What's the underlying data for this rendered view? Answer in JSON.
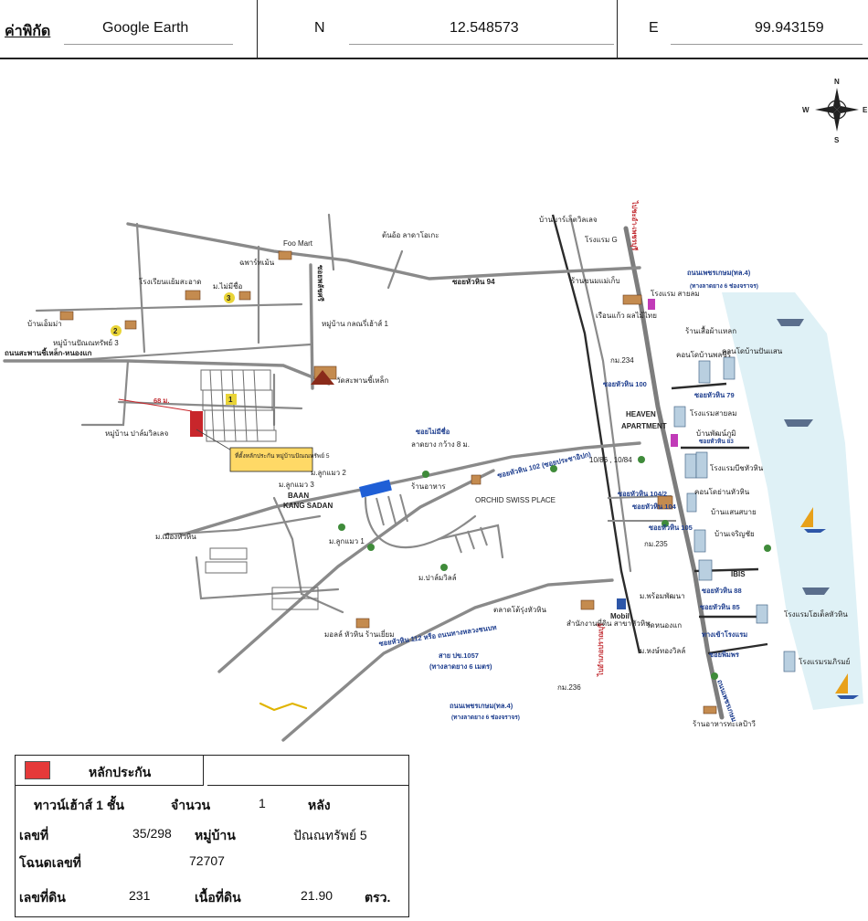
{
  "header": {
    "coord_label": "ค่าพิกัด",
    "source": "Google Earth",
    "n_label": "N",
    "n_value": "12.548573",
    "e_label": "E",
    "e_value": "99.943159"
  },
  "compass": {
    "n": "N",
    "s": "S",
    "e": "E",
    "w": "W"
  },
  "map_labels": {
    "to_cha_am": "ไปชะอำ-เพชรบุรี",
    "to_pranburi": "ไปอำเภอปราณบุรี",
    "market_village": "บ้านมาร์เก็ตวิลเลจ",
    "hotel_g": "โรงแรม G",
    "hua_hin_94": "ซอยหัวหิน 94",
    "thong_market": "ร้านขนมแม่เก็บ",
    "phetkasem_4": "ถนนเพชรเกษม(ทล.4)",
    "phetkasem_4_sub": "(ทางลาดยาง 6 ช่องจราจร)",
    "hotel_sai": "โรงแรม สายลม",
    "restaurant": "เรือนแก้ว ผลไม้ไทย",
    "shop": "ร้านเสื้อผ้าแหลก",
    "km234": "กม.234",
    "hua_hin_100": "ซอยหัวหิน 100",
    "condo1": "คอนโดบ้านพลซีร์",
    "condo2": "คอนโดบ้านปันแสน",
    "hua_hin_79": "ซอยหัวหิน 79",
    "heaven": "HEAVEN",
    "apartment": "APARTMENT",
    "hotel_1": "โรงแรมสายลม",
    "ban_chaba": "บ้านพัฒน์ภูมิ",
    "hua_hin_83": "ซอยหัวหิน 83",
    "hotel_2": "โรงแรมบีชหัวหิน",
    "soi_102": "ซอยหัวหิน 102 (ซอยประชาอิปก)",
    "orchid": "ORCHID SWISS PLACE",
    "soi_104": "10/86 , 10/84",
    "soi_104_2": "ซอยหัวหิน 104/2",
    "soi_104_b": "ซอยหัวหิน 104",
    "kamphaeng": "คอนโดย่านหัวหิน",
    "soi_105": "ซอยหัวหิน 105",
    "ban_sai": "บ้านแสนสบาย",
    "ban_chiang": "บ้านเจริญชัย",
    "km235": "กม.235",
    "ibis": "IBIS",
    "hua_hin_88": "ซอยหัวหิน 88",
    "hua_hin_85": "ซอยหัวหิน 85",
    "mobil": "Mobil",
    "hotel_3": "โรงแรมโฮเต็ลหัวหิน",
    "soi_112": "ซอยหัวหิน 112 หรือ ถนนทางหลวงชนบท",
    "soi_112_b": "สาย ปข.1057",
    "soi_112_c": "(ทางลาดยาง 6 เมตร)",
    "km236": "กม.236",
    "to_sea": "ทางเข้าโรงแรม",
    "phetkasem_south": "ถนนเพชรเกษม",
    "soi_pm": "ซอยพิมพร",
    "hotel_4": "โรงแรมรมภิรมย์",
    "school": "โรงเรียนแย้มสะอาด",
    "foo_mart": "Foo Mart",
    "pharma": "ฉพาร์ทเม้น",
    "village_3": "ม.ไม่มีชื่อ",
    "ban_sam": "บ้านเอ็มม่า",
    "village_pan": "หมู่บ้านปัณณทรัพย์ 3",
    "soi_name_v": "ซอยพลัชศรี",
    "village_k": "หมู่บ้าน กลณรี่เฮ้าส์ 1",
    "ton_oh": "ต้นอ้อ ลาดาโอเกะ",
    "road_w": "ถนนสะพานชี้เหล็ก-หนองแก",
    "wat": "วัดสะพานชี้เหล็ก",
    "distance": "68 ม.",
    "village_pa": "หมู่บ้าน ปาล์มวิลเลจ",
    "subject_box": "ที่ตั้งหลักประกัน หมู่บ้านปัณณทรัพย์ 5",
    "soi_noname": "ซอยไม่มีชื่อ",
    "soi_noname_sub": "ลาดยาง กว้าง 8 ม.",
    "baan_kang1": "BAAN",
    "baan_kang2": "KANG SADAN",
    "bk_a": "ม.ลูกแมว 3",
    "bk_b": "ม.ลูกแมว 2",
    "bk_c": "ม.ลูกแมว 1",
    "bk_d": "ม.ปาล์มวิลล์",
    "bk_e": "ม.เมืองหัวหิน",
    "factory": "มอลล์ หัวหิน ร้านเยี่ยม",
    "market2": "ตลาดโต้รุ่งหัวหิน",
    "temple2": "สำนักงานที่ดิน สาขาหัวหิน",
    "wat2": "วัดหนองแก",
    "mb1": "ม.พร้อมพัฒนา",
    "mb2": "ม.หงษ์ทองวิลล์",
    "mb3": "ร้านอาหาร",
    "fish": "ร้านอาหารทะเลป้าวี"
  },
  "markers": [
    "1",
    "2",
    "3"
  ],
  "colors": {
    "sea": "#dff1f6",
    "subject": "#c8262b",
    "box": "#ffd966",
    "blue": "#1f5fd6"
  },
  "legend": {
    "title": "หลักประกัน",
    "row1_type": "ทาวน์เฮ้าส์ 1 ชั้น",
    "row1_qty_label": "จำนวน",
    "row1_qty": "1",
    "row1_unit": "หลัง",
    "no_label": "เลขที่",
    "no_value": "35/298",
    "village_label": "หมู่บ้าน",
    "village_value": "ปัณณทรัพย์ 5",
    "deed_label": "โฉนดเลขที่",
    "deed_value": "72707",
    "land_no_label": "เลขที่ดิน",
    "land_no_value": "231",
    "area_label": "เนื้อที่ดิน",
    "area_value": "21.90",
    "area_unit": "ตรว."
  }
}
